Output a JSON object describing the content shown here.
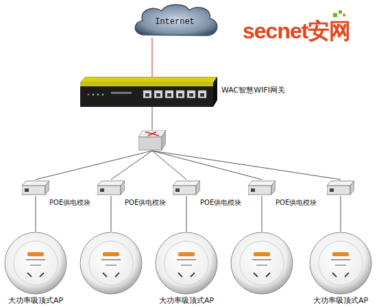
{
  "diagram": {
    "nodes": [
      {
        "text": [
          "Internet"
        ]
      },
      {
        "text": [
          "WAC智慧WIFI网关"
        ]
      },
      {
        "text": []
      },
      {
        "text": [
          "POE供电模块"
        ]
      },
      {
        "text": [
          "POE供电模块"
        ]
      },
      {
        "text": [
          "POE供电模块"
        ]
      },
      {
        "text": [
          "POE供电模块"
        ]
      },
      {
        "text": []
      },
      {
        "text": [
          "大功率吸顶式AP"
        ]
      },
      {
        "text": []
      },
      {
        "text": [
          "大功率吸顶式AP"
        ]
      },
      {
        "text": []
      },
      {
        "text": [
          "大功率吸顶式AP"
        ]
      }
    ],
    "edges": [
      {
        "from": 0,
        "to": 1,
        "arrow": "none"
      },
      {
        "from": 1,
        "to": 2,
        "arrow": "none"
      },
      {
        "from": 2,
        "to": 3,
        "arrow": "none"
      },
      {
        "from": 2,
        "to": 4,
        "arrow": "none"
      },
      {
        "from": 2,
        "to": 5,
        "arrow": "none"
      },
      {
        "from": 2,
        "to": 6,
        "arrow": "none"
      },
      {
        "from": 2,
        "to": 7,
        "arrow": "none"
      },
      {
        "from": 3,
        "to": 8,
        "arrow": "none"
      },
      {
        "from": 4,
        "to": 9,
        "arrow": "none"
      },
      {
        "from": 5,
        "to": 10,
        "arrow": "none"
      },
      {
        "from": 6,
        "to": 11,
        "arrow": "none"
      },
      {
        "from": 7,
        "to": 12,
        "arrow": "none"
      }
    ],
    "labels": [
      "secnet安网"
    ]
  }
}
